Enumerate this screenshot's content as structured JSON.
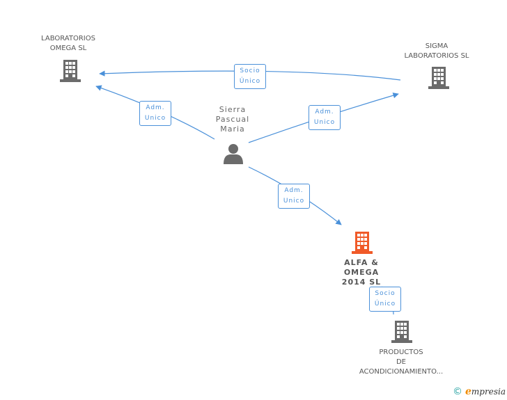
{
  "nodes": {
    "lab_omega": {
      "label_lines": [
        "LABORATORIOS",
        "OMEGA  SL"
      ]
    },
    "sigma": {
      "label_lines": [
        "SIGMA",
        "LABORATORIOS SL"
      ]
    },
    "person": {
      "label_lines": [
        "Sierra",
        "Pascual",
        "Maria"
      ]
    },
    "alfa_omega": {
      "label_lines": [
        "ALFA &",
        "OMEGA",
        "2014  SL"
      ]
    },
    "productos": {
      "label_lines": [
        "PRODUCTOS",
        "DE",
        "ACONDICIONAMIENTO..."
      ]
    }
  },
  "relations": {
    "sigma_to_lab": {
      "line1": "Socio",
      "line2": "Único"
    },
    "person_to_lab": {
      "line1": "Adm.",
      "line2": "Unico"
    },
    "person_to_sigma": {
      "line1": "Adm.",
      "line2": "Unico"
    },
    "person_to_alfa": {
      "line1": "Adm.",
      "line2": "Unico"
    },
    "alfa_to_productos": {
      "line1": "Socio",
      "line2": "Único"
    }
  },
  "brand": {
    "copyright": "©",
    "initial": "e",
    "name": "mpresia"
  },
  "colors": {
    "edge": "#4a90d9",
    "building": "#6b6b6b",
    "focus": "#f05a28",
    "person": "#6b6b6b"
  }
}
